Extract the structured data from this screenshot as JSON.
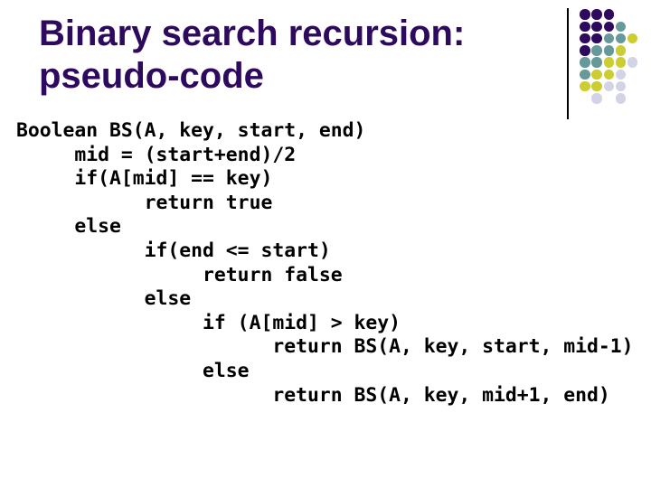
{
  "slide": {
    "title": {
      "line1": "Binary search recursion:",
      "line2": "pseudo-code",
      "color": "#2e0a5e"
    },
    "code": {
      "color": "#000000",
      "lines": [
        "Boolean BS(A, key, start, end)",
        "     mid = (start+end)/2",
        "     if(A[mid] == key)",
        "           return true",
        "     else",
        "           if(end <= start)",
        "                return false",
        "           else",
        "                if (A[mid] > key)",
        "                      return BS(A, key, start, mid-1)",
        "                else",
        "                      return BS(A, key, mid+1, end)"
      ]
    },
    "decoration": {
      "line_color": "#000000",
      "dot_colors": {
        "P": "#2e0a5e",
        "T": "#669999",
        "Y": "#cccc33",
        "L": "#d2d4e6"
      },
      "dot_grid": [
        "PPP..",
        "PPPT.",
        "PPTTY",
        "PTTY.",
        "TTYYL",
        "TYYL.",
        "YYLL.",
        ".L.L."
      ]
    }
  }
}
